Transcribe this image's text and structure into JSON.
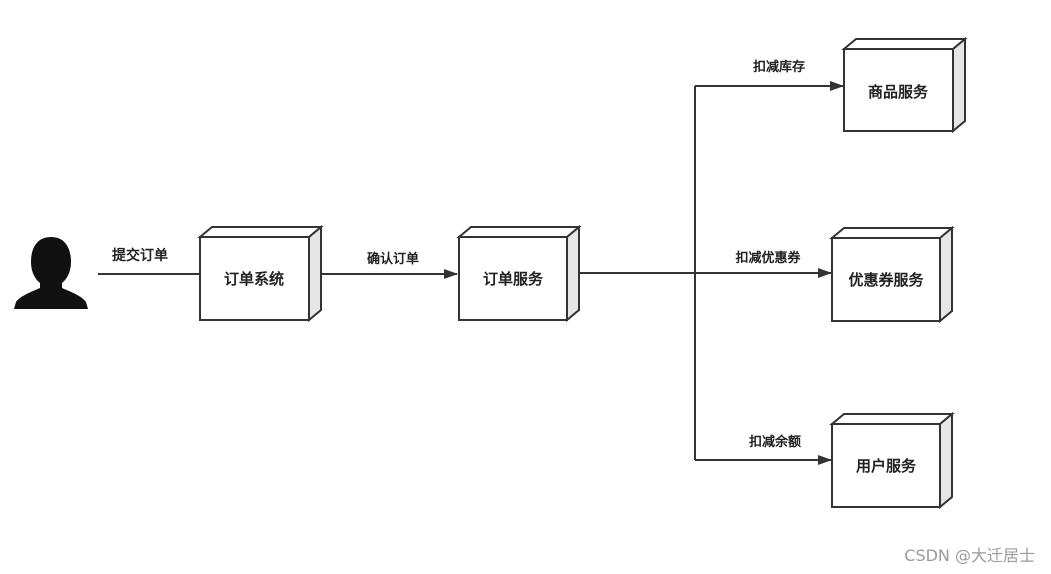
{
  "nodes": {
    "order_system": "订单系统",
    "order_service": "订单服务",
    "product_service": "商品服务",
    "coupon_service": "优惠券服务",
    "user_service": "用户服务"
  },
  "edges": {
    "submit_order": "提交订单",
    "confirm_order": "确认订单",
    "deduct_stock": "扣减库存",
    "deduct_coupon": "扣减优惠券",
    "deduct_balance": "扣减余额"
  },
  "watermark": "CSDN @大迁居士",
  "icons": {
    "user": "user-silhouette-icon"
  },
  "colors": {
    "stroke": "#333333",
    "box_side": "#e6e6e6",
    "background": "#ffffff"
  }
}
